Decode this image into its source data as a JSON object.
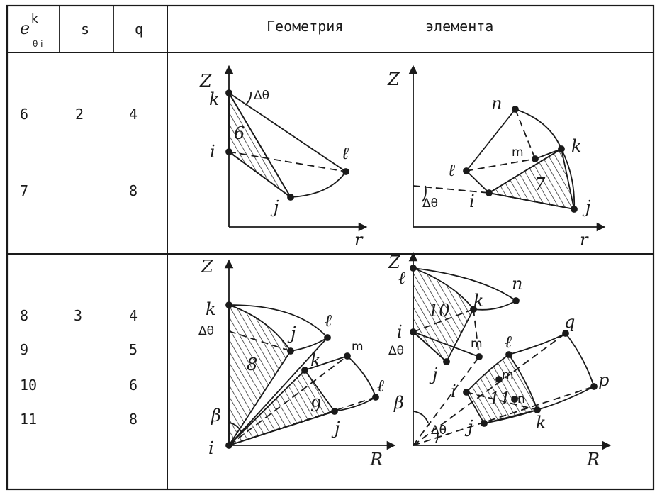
{
  "header": {
    "col_e_base": "e",
    "col_e_sup": "k",
    "col_e_sub": "θ i",
    "col_s": "s",
    "col_q": "q",
    "col_geom_word1": "Геометрия",
    "col_geom_word2": "элемента"
  },
  "rows": [
    {
      "e_values": [
        "6",
        "7"
      ],
      "s_values": [
        "2"
      ],
      "q_values": [
        "4",
        "8"
      ]
    },
    {
      "e_values": [
        "8",
        "9",
        "10",
        "11"
      ],
      "s_values": [
        "3"
      ],
      "q_values": [
        "4",
        "5",
        "6",
        "8"
      ]
    }
  ],
  "diagrams": {
    "d1": {
      "axis_v": "Z",
      "axis_h": "r",
      "nodes": {
        "k": "k",
        "i": "i",
        "j": "j",
        "l": "ℓ"
      },
      "element": "6",
      "angle": "Δθ"
    },
    "d2": {
      "axis_v": "Z",
      "axis_h": "r",
      "nodes": {
        "n": "n",
        "m": "m",
        "k": "k",
        "l": "ℓ",
        "i": "i",
        "j": "j"
      },
      "element": "7",
      "angle": "Δθ"
    },
    "d3": {
      "axis_v": "Z",
      "axis_h": "R",
      "nodes": {
        "k": "k",
        "j": "j",
        "l": "ℓ",
        "m": "m",
        "k2": "k",
        "l2": "ℓ",
        "j2": "j",
        "i": "i"
      },
      "elements": [
        "8",
        "9"
      ],
      "angle": "Δθ",
      "beta": "β"
    },
    "d4": {
      "axis_v": "Z",
      "axis_h": "R",
      "nodes": {
        "l": "ℓ",
        "k": "k",
        "n": "n",
        "i": "i",
        "m": "m",
        "j": "j",
        "l2": "ℓ",
        "q": "q",
        "p": "p",
        "m2": "m",
        "n2": "n",
        "j2": "j",
        "k2": "k",
        "i2": "i"
      },
      "elements": [
        "10",
        "11"
      ],
      "angle": "Δθ",
      "angle2": "Δθ",
      "beta": "β"
    }
  }
}
